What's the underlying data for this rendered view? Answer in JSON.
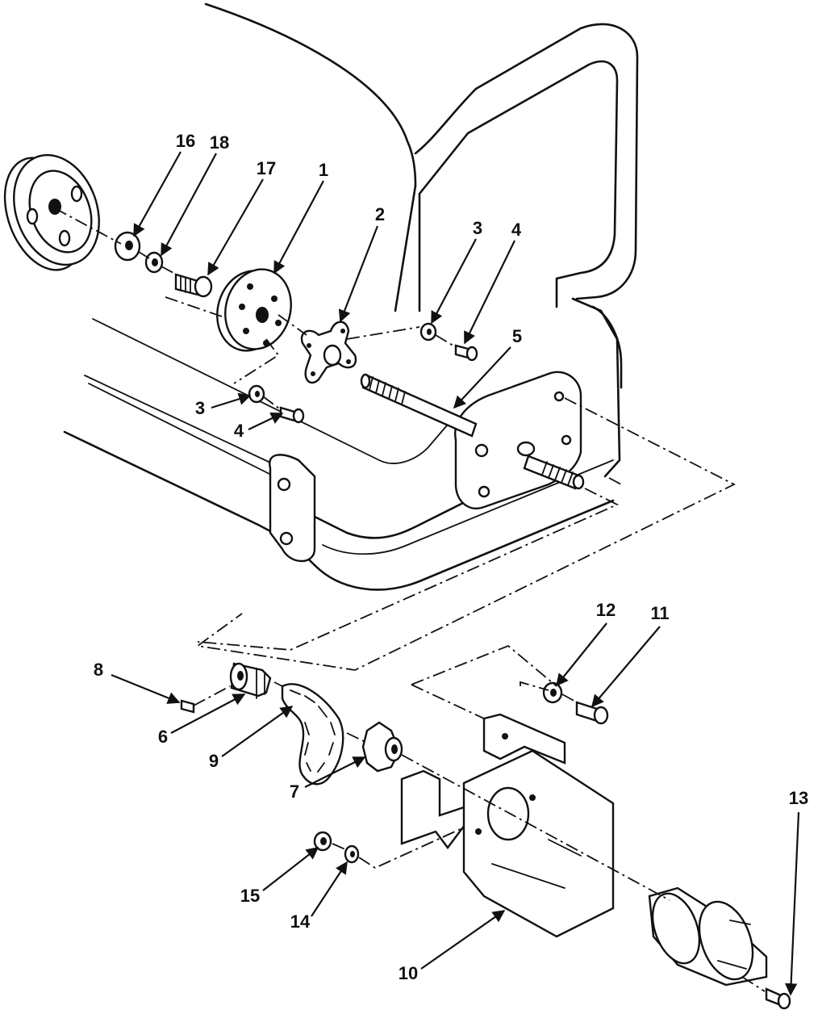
{
  "callouts": [
    {
      "label": "16"
    },
    {
      "label": "18"
    },
    {
      "label": "17"
    },
    {
      "label": "1"
    },
    {
      "label": "2"
    },
    {
      "label": "3"
    },
    {
      "label": "4"
    },
    {
      "label": "5"
    },
    {
      "label": "3"
    },
    {
      "label": "4"
    },
    {
      "label": "8"
    },
    {
      "label": "6"
    },
    {
      "label": "9"
    },
    {
      "label": "7"
    },
    {
      "label": "12"
    },
    {
      "label": "11"
    },
    {
      "label": "13"
    },
    {
      "label": "15"
    },
    {
      "label": "14"
    },
    {
      "label": "10"
    }
  ]
}
